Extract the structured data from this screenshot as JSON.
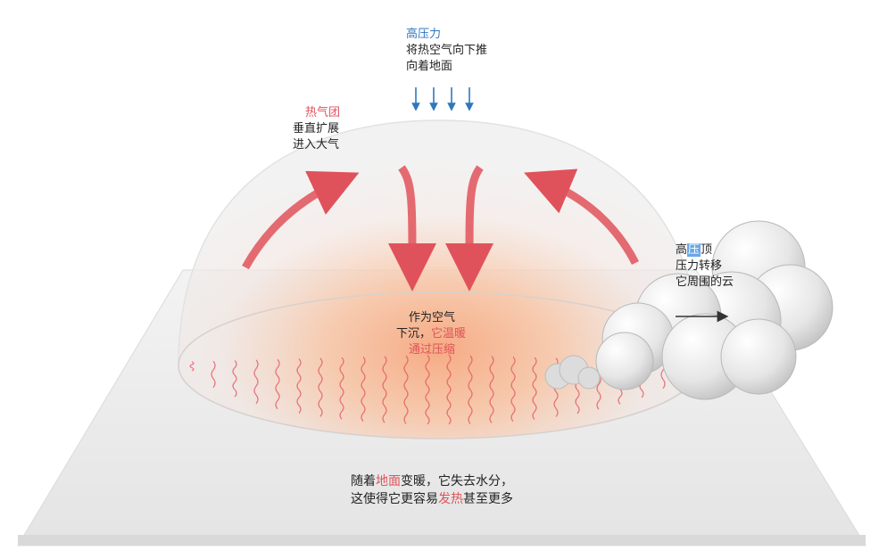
{
  "colors": {
    "heat_red": "#e0525b",
    "pressure_blue": "#2f77bf",
    "dome_core": "#f6a77e",
    "ground": "#ebebeb"
  },
  "labels": {
    "high_pressure": {
      "title": "高压力",
      "line1": "将热空气向下推",
      "line2": "向着地面"
    },
    "heat_dome": {
      "title": "热气团",
      "line1": "垂直扩展",
      "line2": "进入大气"
    },
    "sinking_air": {
      "line1": "作为空气",
      "line2_a": "下沉，",
      "line2_b": "它温暖",
      "line3": "通过压缩"
    },
    "cloud_shift": {
      "line1_a": "高",
      "line1_b": "压",
      "line1_c": "顶",
      "line2": "压力转移",
      "line3": "它周围的云"
    },
    "ground_drying": {
      "line1_a": "随着",
      "line1_b": "地面",
      "line1_c": "变暖，它失去水分，",
      "line2_a": "这使得它更容易",
      "line2_b": "发热",
      "line2_c": "甚至更多"
    }
  },
  "icons": {
    "down_arrows": "pressure-down-arrow-icon",
    "heat_arrows": "heat-flow-arrow-icon",
    "heat_waves": "heat-wave-icon",
    "cloud": "cloud-icon"
  }
}
